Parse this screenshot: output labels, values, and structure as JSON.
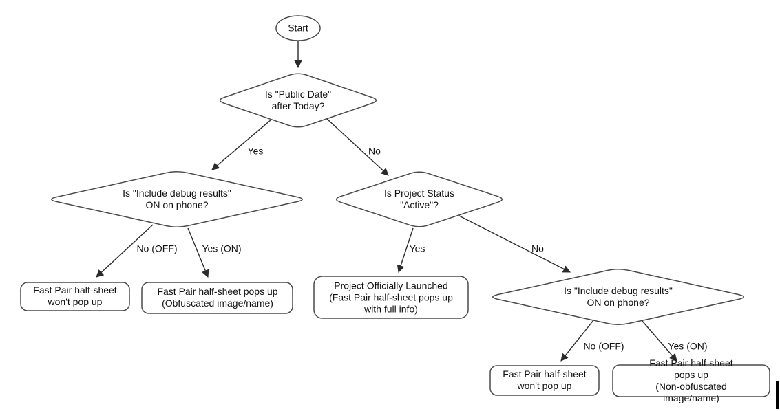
{
  "flowchart": {
    "nodes": {
      "start": {
        "label": "Start",
        "type": "terminator"
      },
      "public_date": {
        "label": "Is \"Public Date\"\nafter Today?",
        "type": "decision"
      },
      "debug_left": {
        "label": "Is \"Include debug results\"\nON on phone?",
        "type": "decision"
      },
      "project_status": {
        "label": "Is Project Status\n\"Active\"?",
        "type": "decision"
      },
      "debug_right": {
        "label": "Is \"Include debug results\"\nON on phone?",
        "type": "decision"
      },
      "no_popup_left": {
        "label": "Fast Pair half-sheet\nwon't pop up",
        "type": "process"
      },
      "obfuscated_popup": {
        "label": "Fast Pair half-sheet pops up\n(Obfuscated image/name)",
        "type": "process"
      },
      "launched": {
        "label": "Project Officially Launched\n(Fast Pair half-sheet pops up\nwith full info)",
        "type": "process"
      },
      "no_popup_right": {
        "label": "Fast Pair half-sheet\nwon't pop up",
        "type": "process"
      },
      "non_obfuscated_popup": {
        "label": "Fast Pair half-sheet pops up\n(Non-obfuscated image/name)",
        "type": "process"
      }
    },
    "edge_labels": {
      "public_date_yes": "Yes",
      "public_date_no": "No",
      "debug_left_no": "No (OFF)",
      "debug_left_yes": "Yes (ON)",
      "project_status_yes": "Yes",
      "project_status_no": "No",
      "debug_right_no": "No (OFF)",
      "debug_right_yes": "Yes (ON)"
    },
    "colors": {
      "shape_stroke": "#4a4a4a",
      "arrow_stroke": "#2b2b2b",
      "text": "#111111",
      "background": "#ffffff",
      "cursor_bar": "#000000"
    }
  }
}
